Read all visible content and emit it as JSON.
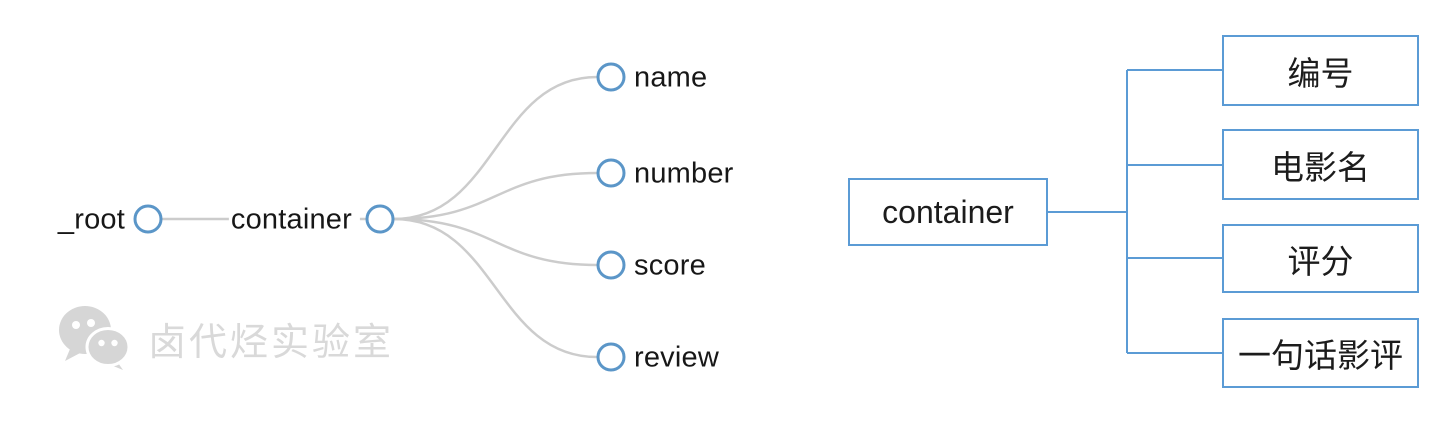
{
  "left_tree": {
    "root": {
      "label": "_root"
    },
    "parent": {
      "label": "container"
    },
    "leaves": [
      {
        "label": "name"
      },
      {
        "label": "number"
      },
      {
        "label": "score"
      },
      {
        "label": "review"
      }
    ]
  },
  "right_chart": {
    "parent": {
      "label": "container"
    },
    "children": [
      {
        "label": "编号"
      },
      {
        "label": "电影名"
      },
      {
        "label": "评分"
      },
      {
        "label": "一句话影评"
      }
    ]
  },
  "watermark": {
    "text": "卤代烃实验室",
    "icon": "wechat-icon"
  },
  "colors": {
    "node_circle_stroke": "#5b96c8",
    "tree_link_gray": "#cccccc",
    "flow_blue": "#5b9bd5",
    "watermark_gray": "#d9d9d9",
    "text_dark": "#171717"
  }
}
